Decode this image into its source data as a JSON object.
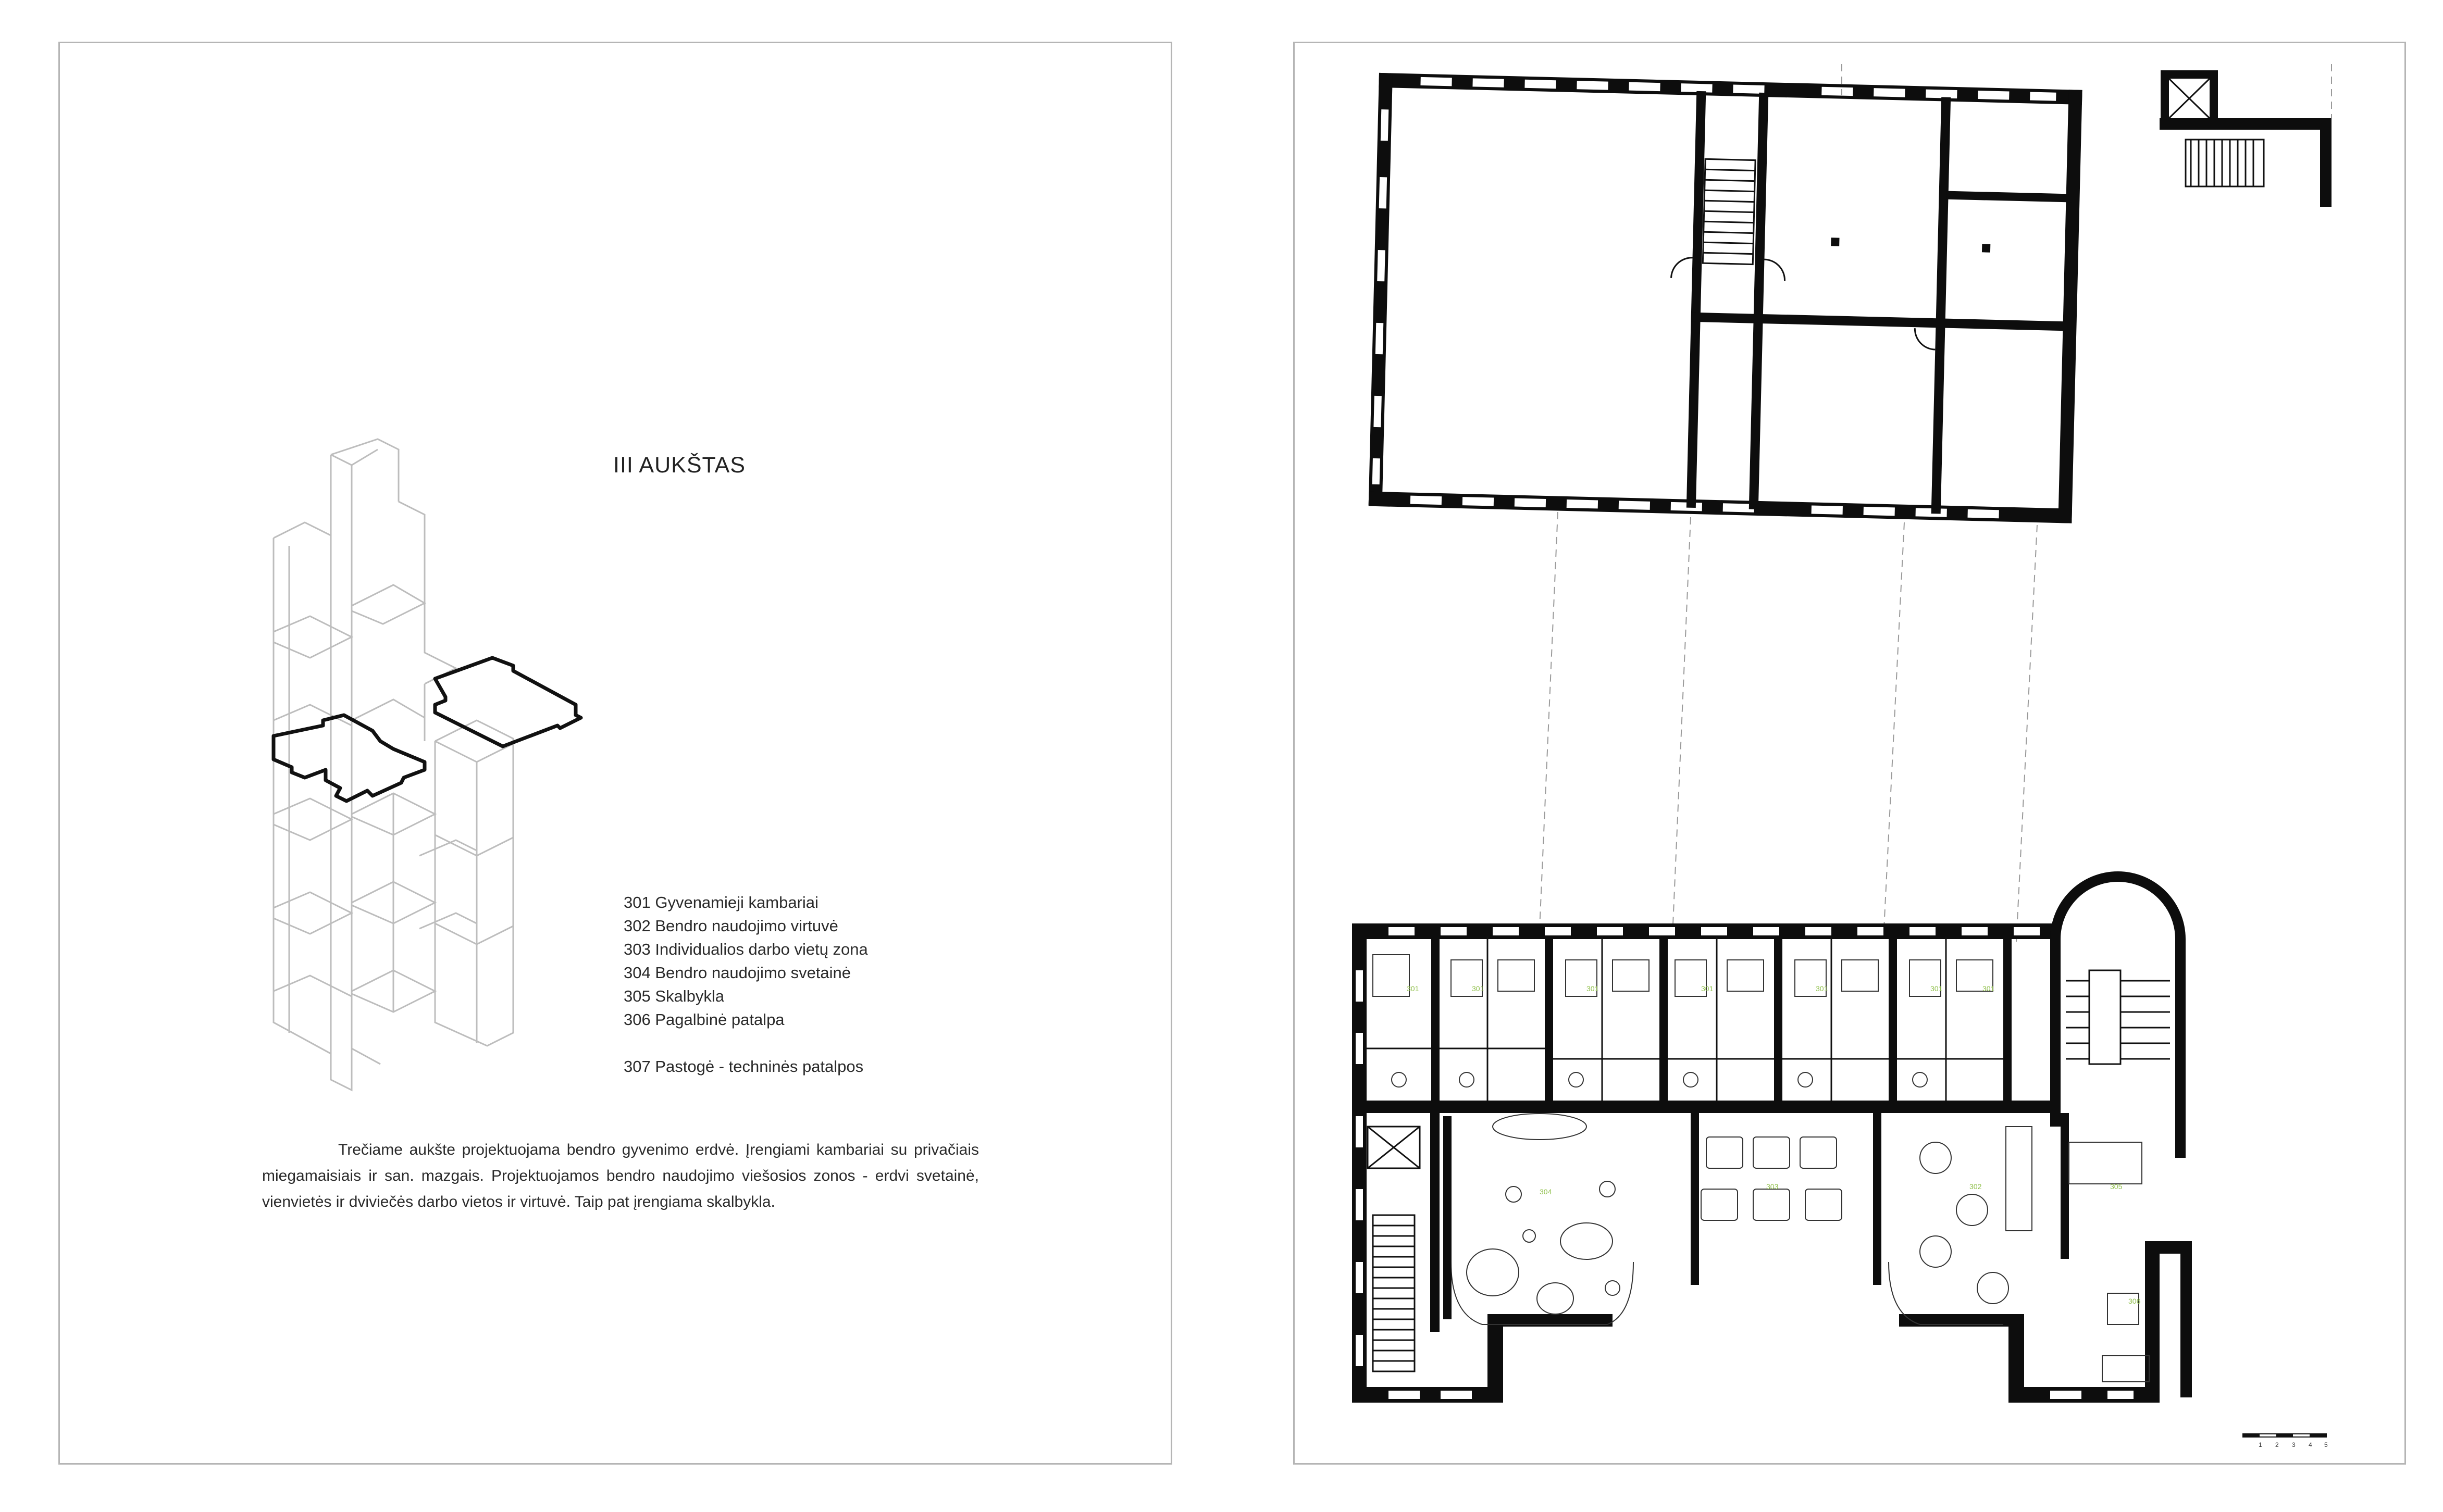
{
  "left_page": {
    "floor_title": "III AUKŠTAS",
    "legend": [
      {
        "label": "301 Gyvenamieji kambariai"
      },
      {
        "label": "302 Bendro naudojimo virtuvė"
      },
      {
        "label": "303 Individualios darbo vietų zona"
      },
      {
        "label": "304 Bendro naudojimo svetainė"
      },
      {
        "label": "305 Skalbykla"
      },
      {
        "label": "306 Pagalbinė patalpa"
      },
      {
        "label": "307 Pastogė - techninės patalpos"
      }
    ],
    "description": "Trečiame aukšte projektuojama bendro gyvenimo erdvė. Įrengiami kambariai su privačiais miegamaisiais ir san. mazgais. Projektuojamos bendro naudojimo viešosios zonos - erdvi svetainė, vienvietės ir dviviečės darbo vietos ir virtuvė. Taip pat įrengiama skalbykla."
  },
  "right_page": {
    "room_tags": [
      "301",
      "301",
      "301",
      "301",
      "301",
      "301",
      "301",
      "302",
      "303",
      "304",
      "305",
      "306"
    ],
    "scale_bar": {
      "ticks": [
        "1",
        "2",
        "3",
        "4",
        "5"
      ]
    }
  },
  "colors": {
    "page_border": "#b5b5b5",
    "wall": "#0d0d0d",
    "axon_line": "#bdbdbd",
    "room_tag": "#8fbf4a"
  }
}
